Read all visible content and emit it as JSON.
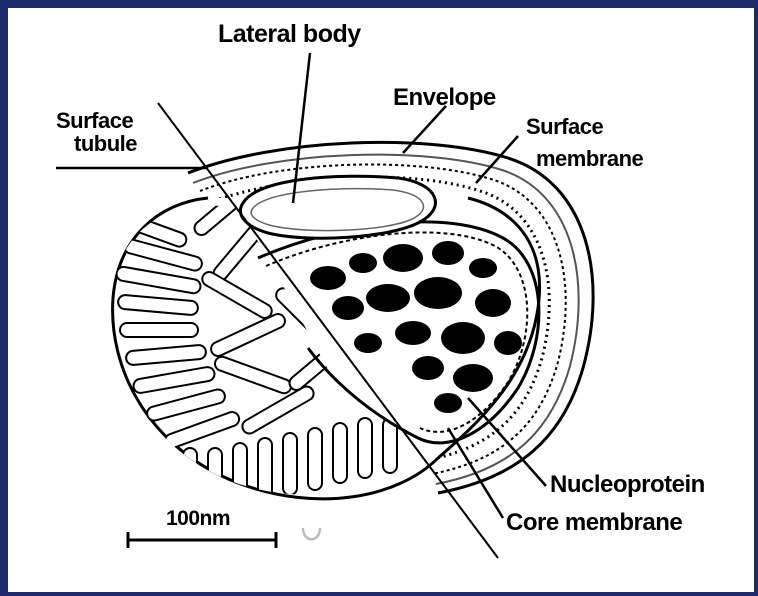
{
  "frame": {
    "border_color": "#1a2a6c",
    "background": "#ffffff"
  },
  "labels": {
    "lateral_body": "Lateral body",
    "envelope": "Envelope",
    "surface_tubule_line1": "Surface",
    "surface_tubule_line2": "tubule",
    "surface_membrane_line1": "Surface",
    "surface_membrane_line2": "membrane",
    "nucleoprotein": "Nucleoprotein",
    "core_membrane": "Core membrane",
    "scale_bar": "100nm"
  }
}
